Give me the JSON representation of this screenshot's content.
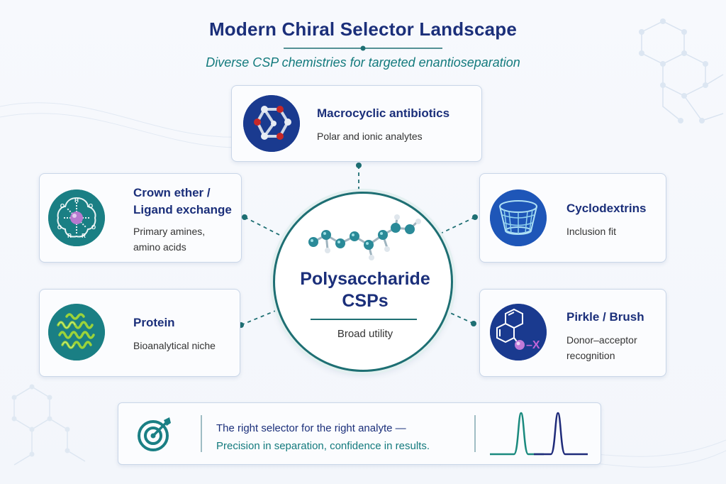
{
  "title": "Modern Chiral Selector Landscape",
  "subtitle": "Diverse CSP chemistries for targeted enantioseparation",
  "center": {
    "title_line1": "Polysaccharide",
    "title_line2": "CSPs",
    "description": "Broad utility",
    "icon": "molecule-chain-icon"
  },
  "cards": {
    "macrocyclic": {
      "title": "Macrocyclic antibiotics",
      "description": "Polar and ionic analytes",
      "icon": "macrocycle-icon"
    },
    "crown": {
      "title_line1": "Crown ether /",
      "title_line2": "Ligand exchange",
      "desc_line1": "Primary amines,",
      "desc_line2": "amino acids",
      "icon": "crown-ether-icon",
      "atom_labels": [
        "H",
        "O",
        "O",
        "O",
        "O",
        "R",
        "R"
      ]
    },
    "cyclodextrins": {
      "title": "Cyclodextrins",
      "description": "Inclusion fit",
      "icon": "cyclodextrin-cone-icon"
    },
    "protein": {
      "title": "Protein",
      "description": "Bioanalytical niche",
      "icon": "protein-helix-icon"
    },
    "pirkle": {
      "title": "Pirkle / Brush",
      "desc_line1": "Donor–acceptor",
      "desc_line2": "recognition",
      "icon": "aromatic-selector-icon",
      "icon_label": "–X"
    }
  },
  "banner": {
    "line1": "The right selector for the right analyte —",
    "line2": "Precision in separation, confidence in results.",
    "left_icon": "target-arrow-icon",
    "right_icon": "chromatogram-peaks-icon"
  },
  "colors": {
    "navy": "#1b2f7a",
    "teal": "#137a7d",
    "connector": "#1e6f73",
    "peak_teal": "#1a8a7e",
    "peak_navy": "#1f2b7a",
    "accent_purple": "#b04bc4"
  }
}
